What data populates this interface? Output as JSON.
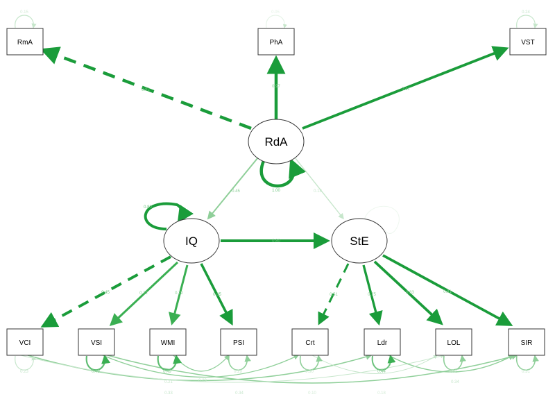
{
  "colors": {
    "strong": "#1a9c3a",
    "medium": "#3aaf52",
    "light": "#8fcf99",
    "faint": "#c6e6cb"
  },
  "nodes": {
    "RmA": "RmA",
    "PhA": "PhA",
    "VST": "VST",
    "RdA": "RdA",
    "IQ": "IQ",
    "StE": "StE",
    "VCI": "VCI",
    "VSI": "VSI",
    "WMI": "WMI",
    "PSI": "PSI",
    "Crt": "Crt",
    "Ldr": "Ldr",
    "LOL": "LOL",
    "SIR": "SIR"
  },
  "paths": {
    "RdA_RmA": "0.92",
    "RdA_PhA": "0.97",
    "RdA_VST": "0.47",
    "RdA_IQ": "0.45",
    "RdA_StE": "0.18",
    "RdA_self": "1.00",
    "IQ_self": "0.80",
    "IQ_StE": "0.80",
    "IQ_VCI": "0.45",
    "IQ_VSI": "0.72",
    "IQ_WMI": "0.72",
    "IQ_PSI": "0.85",
    "StE_Crt": "0.51",
    "StE_Ldr": "0.75",
    "StE_LOL": "0.83",
    "StE_SIR": "0.81"
  },
  "residuals": {
    "RmA": "0.15",
    "PhA": "0.05",
    "VST": "0.24",
    "VCI": "0.23",
    "VSI": "0.49",
    "WMI": "0.49",
    "PSI": "0.29",
    "Crt": "0.30",
    "Ldr": "0.44",
    "LOL": "0.32",
    "SIR": "0.31"
  },
  "covariances": {
    "WMI_PSI": "0.21",
    "VSI_Crt": "0.29",
    "VCI_Ldr": "0.33",
    "VSI_SIR": "0.34",
    "VCI_LOL": "0.10",
    "Ldr_SIR": "0.34",
    "Crt_LOL": "0.18"
  }
}
